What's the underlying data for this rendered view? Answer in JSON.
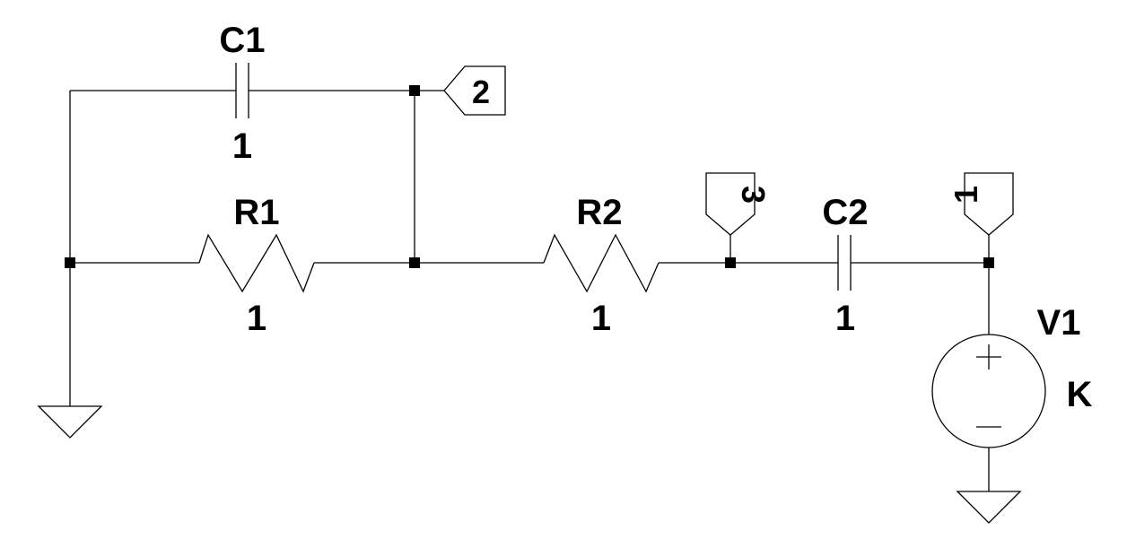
{
  "schematic": {
    "components": {
      "c1": {
        "name": "C1",
        "value": "1"
      },
      "c2": {
        "name": "C2",
        "value": "1"
      },
      "r1": {
        "name": "R1",
        "value": "1"
      },
      "r2": {
        "name": "R2",
        "value": "1"
      },
      "v1": {
        "name": "V1",
        "value": "K"
      }
    },
    "net_labels": {
      "n1": "1",
      "n2": "2",
      "n3": "3"
    }
  }
}
